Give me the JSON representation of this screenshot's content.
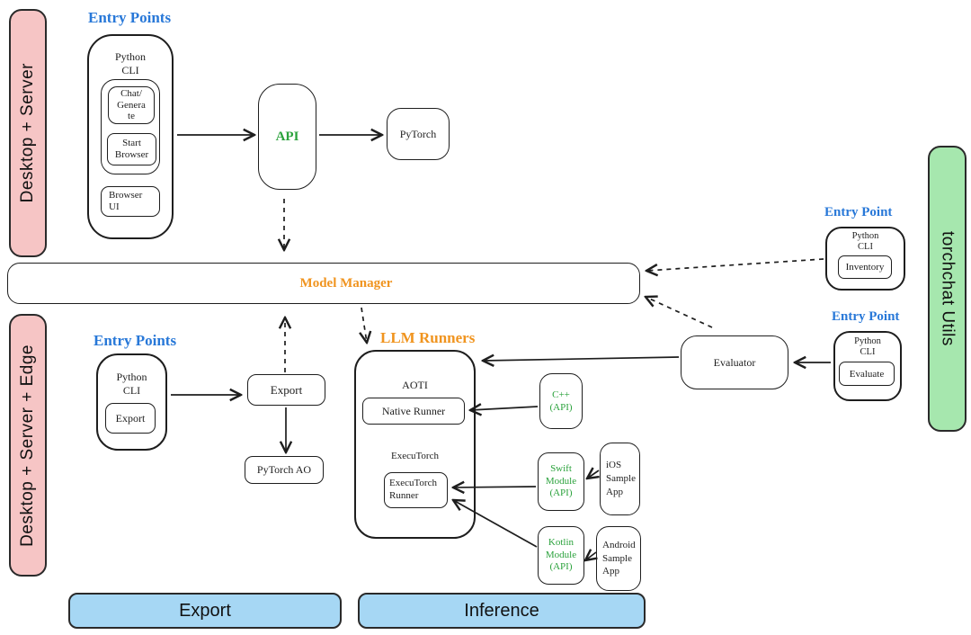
{
  "colors": {
    "pink_bar": "#f6c5c5",
    "green_bar": "#a6e7ae",
    "blue_bar": "#a6d7f4",
    "label_blue": "#2878d8",
    "label_orange": "#f0941f",
    "text_green": "#2ba23c",
    "ink": "#1e1e1e"
  },
  "side_bars": {
    "desktop_server": "Desktop + Server",
    "desktop_server_edge": "Desktop + Server + Edge",
    "torchchat_utils": "torchchat Utils"
  },
  "server_flow": {
    "entry_points_label": "Entry Points",
    "python_cli_title": "Python\nCLI",
    "chat_generate": "Chat/\nGenera\nte",
    "start_browser": "Start\nBrowser",
    "browser_ui": "Browser\nUI",
    "api": "API",
    "pytorch": "PyTorch"
  },
  "model_manager": {
    "label": "Model Manager"
  },
  "export_flow": {
    "entry_points_label": "Entry Points",
    "python_cli_title": "Python\nCLI",
    "cli_export": "Export",
    "export": "Export",
    "pytorch_ao": "PyTorch AO"
  },
  "runners": {
    "llm_runners_label": "LLM Runners",
    "aoti": "AOTI",
    "native_runner": "Native Runner",
    "executorch": "ExecuTorch",
    "executorch_runner": "ExecuTorch\nRunner",
    "cpp_api": "C++\n(API)",
    "swift_module": "Swift\nModule\n(API)",
    "kotlin_module": "Kotlin\nModule\n(API)",
    "ios_sample_app": "iOS\nSample\nApp",
    "android_sample_app": "Android\nSample\nApp"
  },
  "utils_flow": {
    "inventory_entry": {
      "entry_point_label": "Entry Point",
      "python_cli_title": "Python\nCLI",
      "item": "Inventory"
    },
    "evaluate_entry": {
      "entry_point_label": "Entry Point",
      "python_cli_title": "Python\nCLI",
      "item": "Evaluate"
    },
    "evaluator": "Evaluator"
  },
  "bottom_bars": {
    "export": "Export",
    "inference": "Inference"
  }
}
